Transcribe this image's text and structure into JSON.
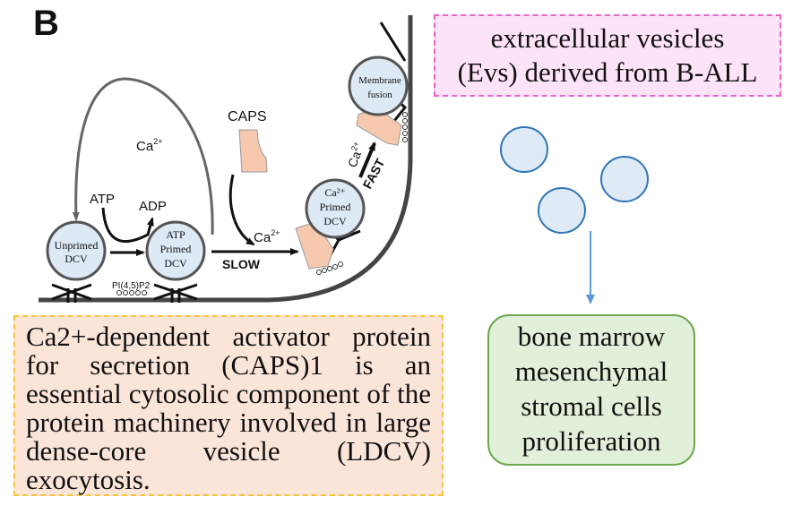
{
  "panel_label": "B",
  "diagram": {
    "labels": {
      "ca_top": "Ca",
      "ca_top_sup": "2+",
      "atp": "ATP",
      "adp": "ADP",
      "caps": "CAPS",
      "ca_slow": "Ca",
      "ca_slow_sup": "2+",
      "slow": "SLOW",
      "fast": "FAST",
      "ca_fast": "Ca",
      "ca_fast_sup": "2+",
      "pip2": "PI(4,5)P2"
    },
    "vesicles": [
      {
        "line1": "Unprimed",
        "line2": "DCV"
      },
      {
        "line1": "ATP",
        "line2": "Primed",
        "line3": "DCV"
      },
      {
        "line1": "Ca²⁺",
        "line2": "Primed",
        "line3": "DCV"
      },
      {
        "line1": "Membrane",
        "line2": "fusion"
      }
    ]
  },
  "evs_box": {
    "lines": [
      "extracellular vesicles",
      "(Evs) derived from B-ALL"
    ],
    "border_color": "#e964c8",
    "fill_color": "#fde3f8"
  },
  "caps_box": {
    "text": "Ca2+-dependent activator protein for secretion (CAPS)1 is an essential cytosolic component of the protein machinery involved in large dense-core vesicle (LDCV) exocytosis.",
    "border_color": "#f5c33c",
    "fill_color": "#fbe5d9"
  },
  "bm_box": {
    "lines": [
      "bone marrow",
      "mesenchymal",
      "stromal cells",
      "proliferation"
    ],
    "border_color": "#6aa84f",
    "fill_color": "#e2efd9"
  },
  "colors": {
    "vesicle_fill": "#dde9f5",
    "vesicle_stroke": "#2e75b6",
    "caps_protein": "#f6c8ae",
    "membrane": "#3a3a3a"
  }
}
